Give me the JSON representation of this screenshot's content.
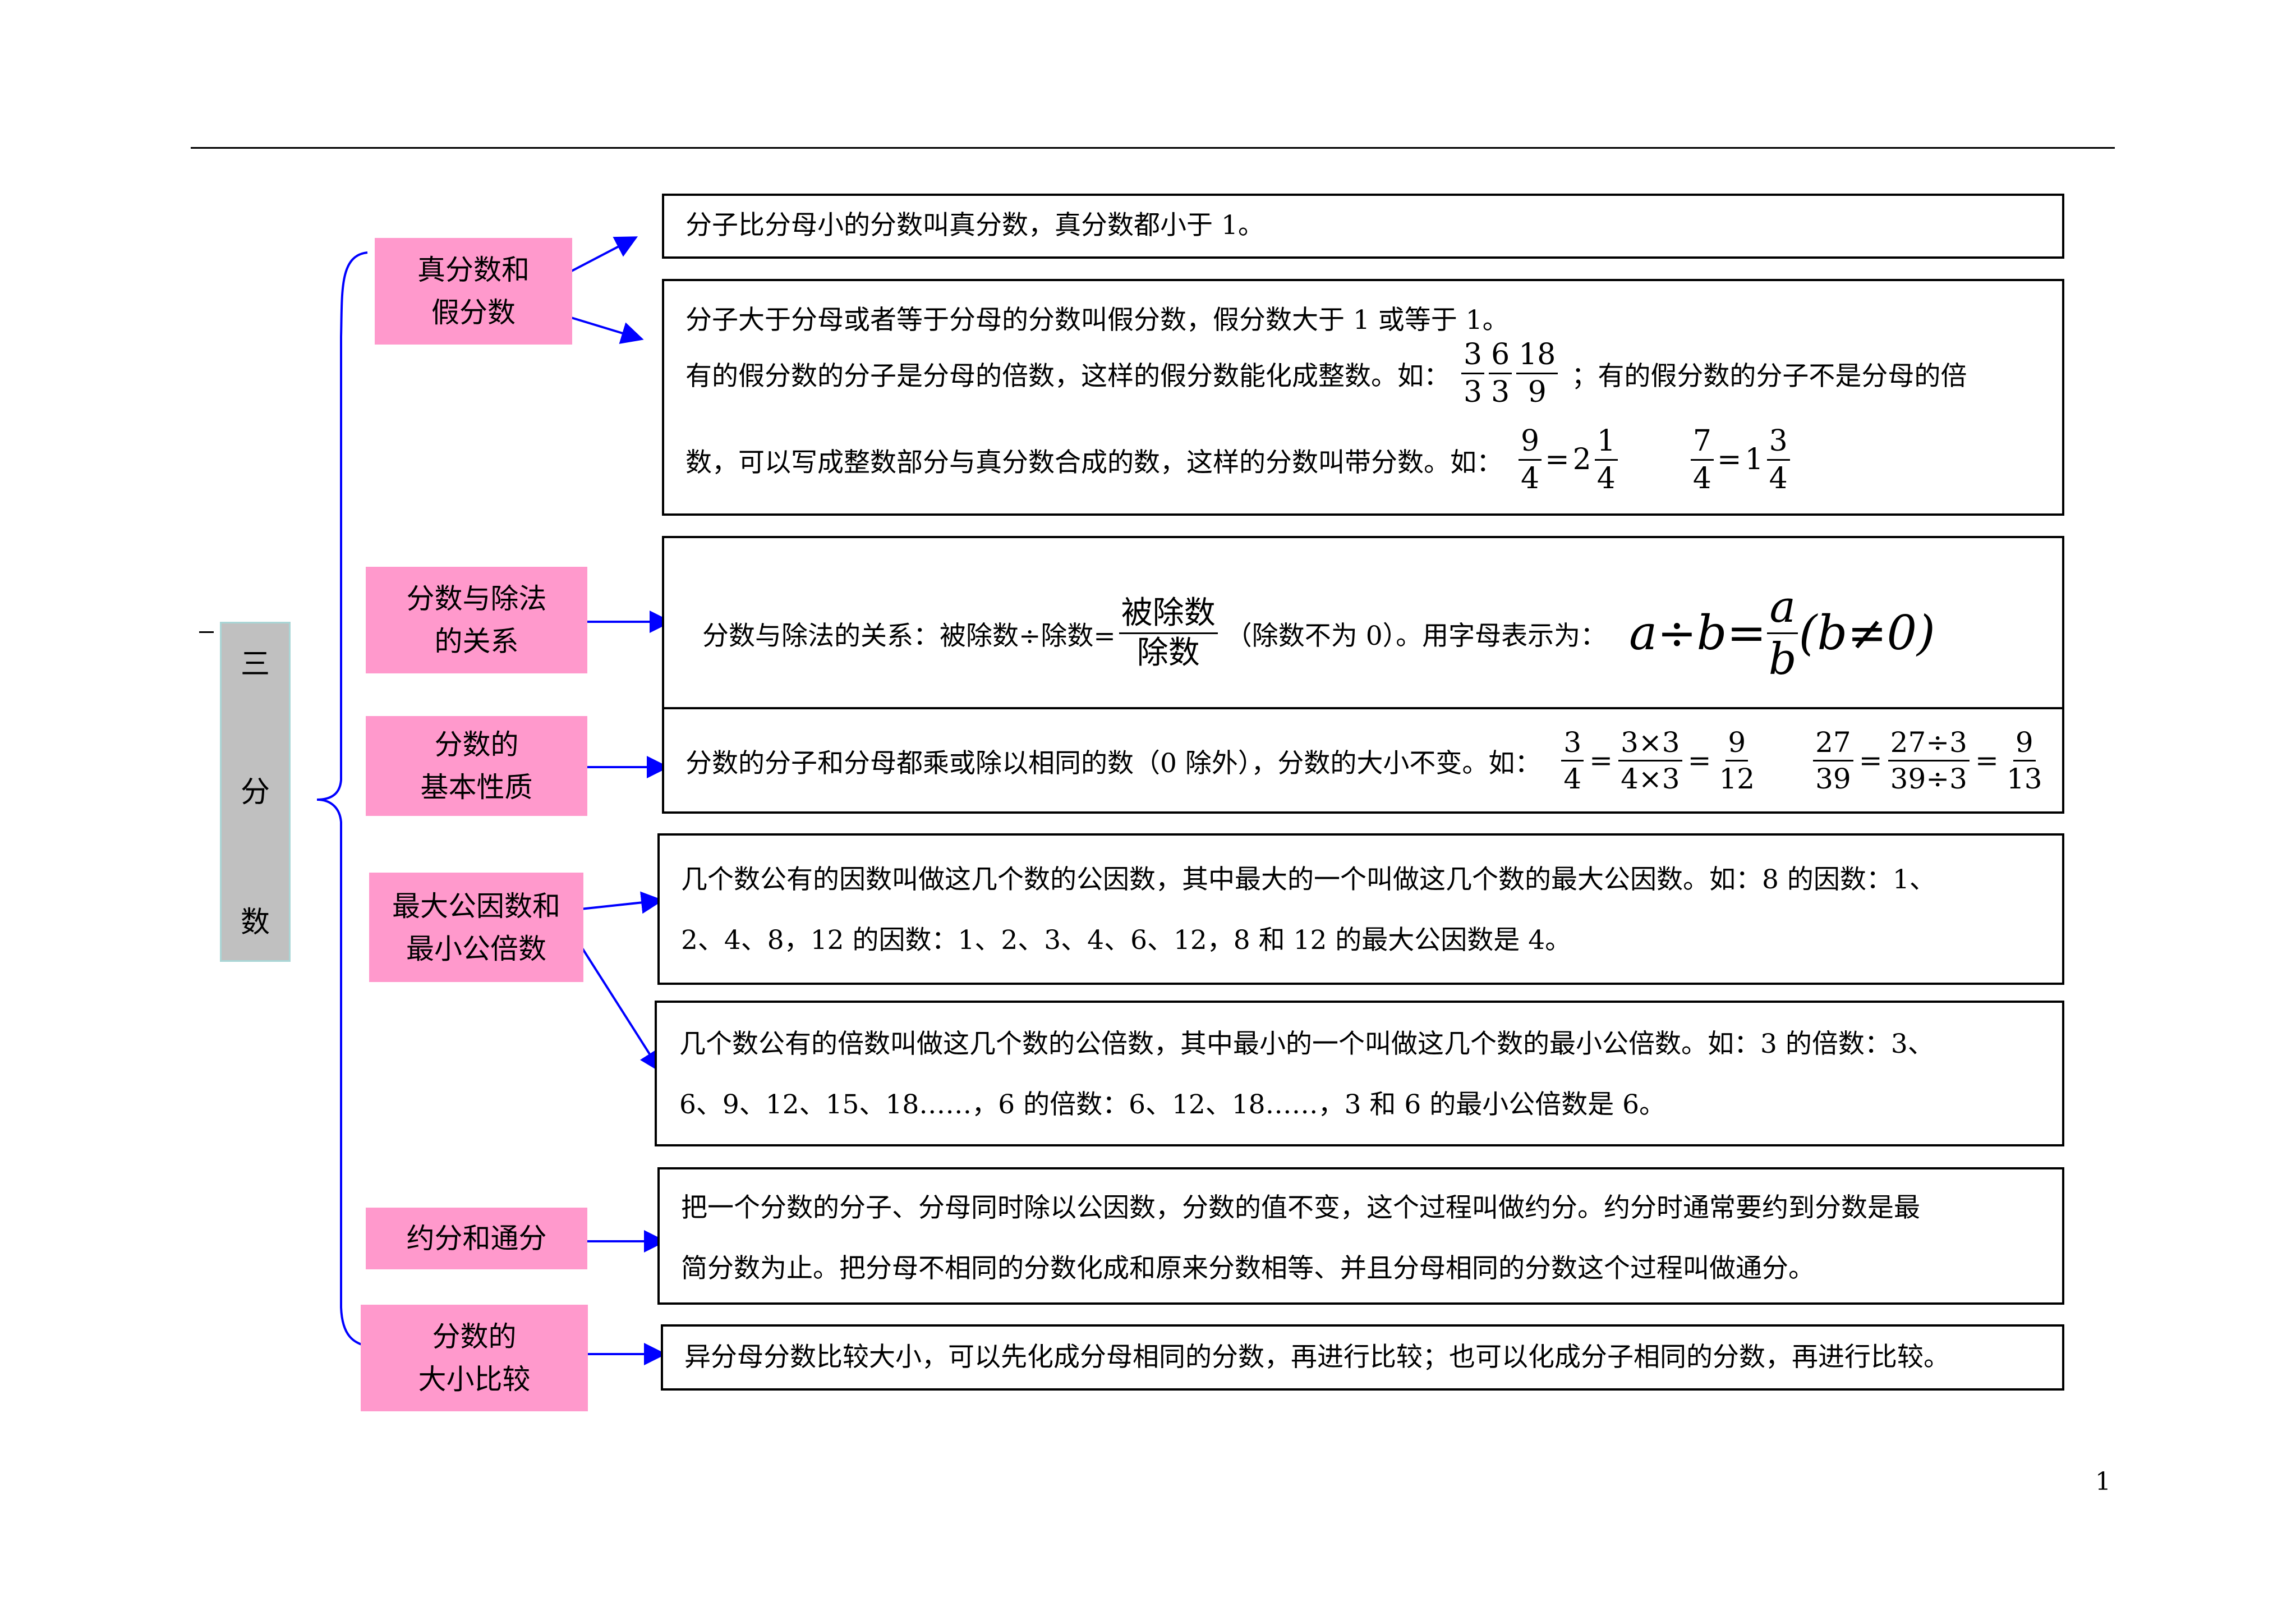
{
  "page": {
    "number": "1"
  },
  "main_topic": {
    "chars": [
      "三",
      "分",
      "数"
    ]
  },
  "topics": [
    {
      "lines": [
        "真分数和",
        "假分数"
      ]
    },
    {
      "lines": [
        "分数与除法",
        "的关系"
      ]
    },
    {
      "lines": [
        "分数的",
        "基本性质"
      ]
    },
    {
      "lines": [
        "最大公因数和",
        "最小公倍数"
      ]
    },
    {
      "lines": [
        "约分和通分"
      ]
    },
    {
      "lines": [
        "分数的",
        "大小比较"
      ]
    }
  ],
  "boxes": {
    "proper": "分子比分母小的分数叫真分数，真分数都小于 1。",
    "improper": {
      "line1": "分子大于分母或者等于分母的分数叫假分数，假分数大于 1 或等于 1。",
      "line2_a": "有的假分数的分子是分母的倍数，这样的假分数能化成整数。如：",
      "line2_fracs": [
        [
          "3",
          "3"
        ],
        [
          "6",
          "3"
        ],
        [
          "18",
          "9"
        ]
      ],
      "line2_b": "；有的假分数的分子不是分母的倍",
      "line3_a": "数，可以写成整数部分与真分数合成的数，这样的分数叫带分数。如：",
      "ex1": {
        "f": [
          "9",
          "4"
        ],
        "whole": "2",
        "mf": [
          "1",
          "4"
        ]
      },
      "ex2": {
        "f": [
          "7",
          "4"
        ],
        "whole": "1",
        "mf": [
          "3",
          "4"
        ]
      }
    },
    "division": {
      "text_a": "分数与除法的关系：被除数÷除数=",
      "frac": [
        "被除数",
        "除数"
      ],
      "text_b": "（除数不为 0）。用字母表示为：",
      "formula": {
        "lhs": "a÷b=",
        "frac": [
          "a",
          "b"
        ],
        "rhs": "(b≠0)"
      }
    },
    "basic": {
      "text": "分数的分子和分母都乘或除以相同的数（0 除外），分数的大小不变。如：",
      "ex1": [
        [
          "3",
          "4"
        ],
        [
          "3×3",
          "4×3"
        ],
        [
          "9",
          "12"
        ]
      ],
      "ex2": [
        [
          "27",
          "39"
        ],
        [
          "27÷3",
          "39÷3"
        ],
        [
          "9",
          "13"
        ]
      ]
    },
    "gcd": {
      "line1": "几个数公有的因数叫做这几个数的公因数，其中最大的一个叫做这几个数的最大公因数。如：8 的因数：1、",
      "line2": "2、4、8，12 的因数：1、2、3、4、6、12，8 和 12 的最大公因数是 4。"
    },
    "lcm": {
      "line1": "几个数公有的倍数叫做这几个数的公倍数，其中最小的一个叫做这几个数的最小公倍数。如：3 的倍数：3、",
      "line2": "6、9、12、15、18……，6 的倍数：6、12、18……，3 和 6 的最小公倍数是 6。"
    },
    "reduce": {
      "line1": "把一个分数的分子、分母同时除以公因数，分数的值不变，这个过程叫做约分。约分时通常要约到分数是最",
      "line2": "简分数为止。把分母不相同的分数化成和原来分数相等、并且分母相同的分数这个过程叫做通分。"
    },
    "compare": "异分母分数比较大小，可以先化成分母相同的分数，再进行比较；也可以化成分子相同的分数，再进行比较。"
  },
  "colors": {
    "topic_bg": "#ff99cc",
    "main_bg": "#c0c0c0",
    "connector": "#0000ff"
  }
}
